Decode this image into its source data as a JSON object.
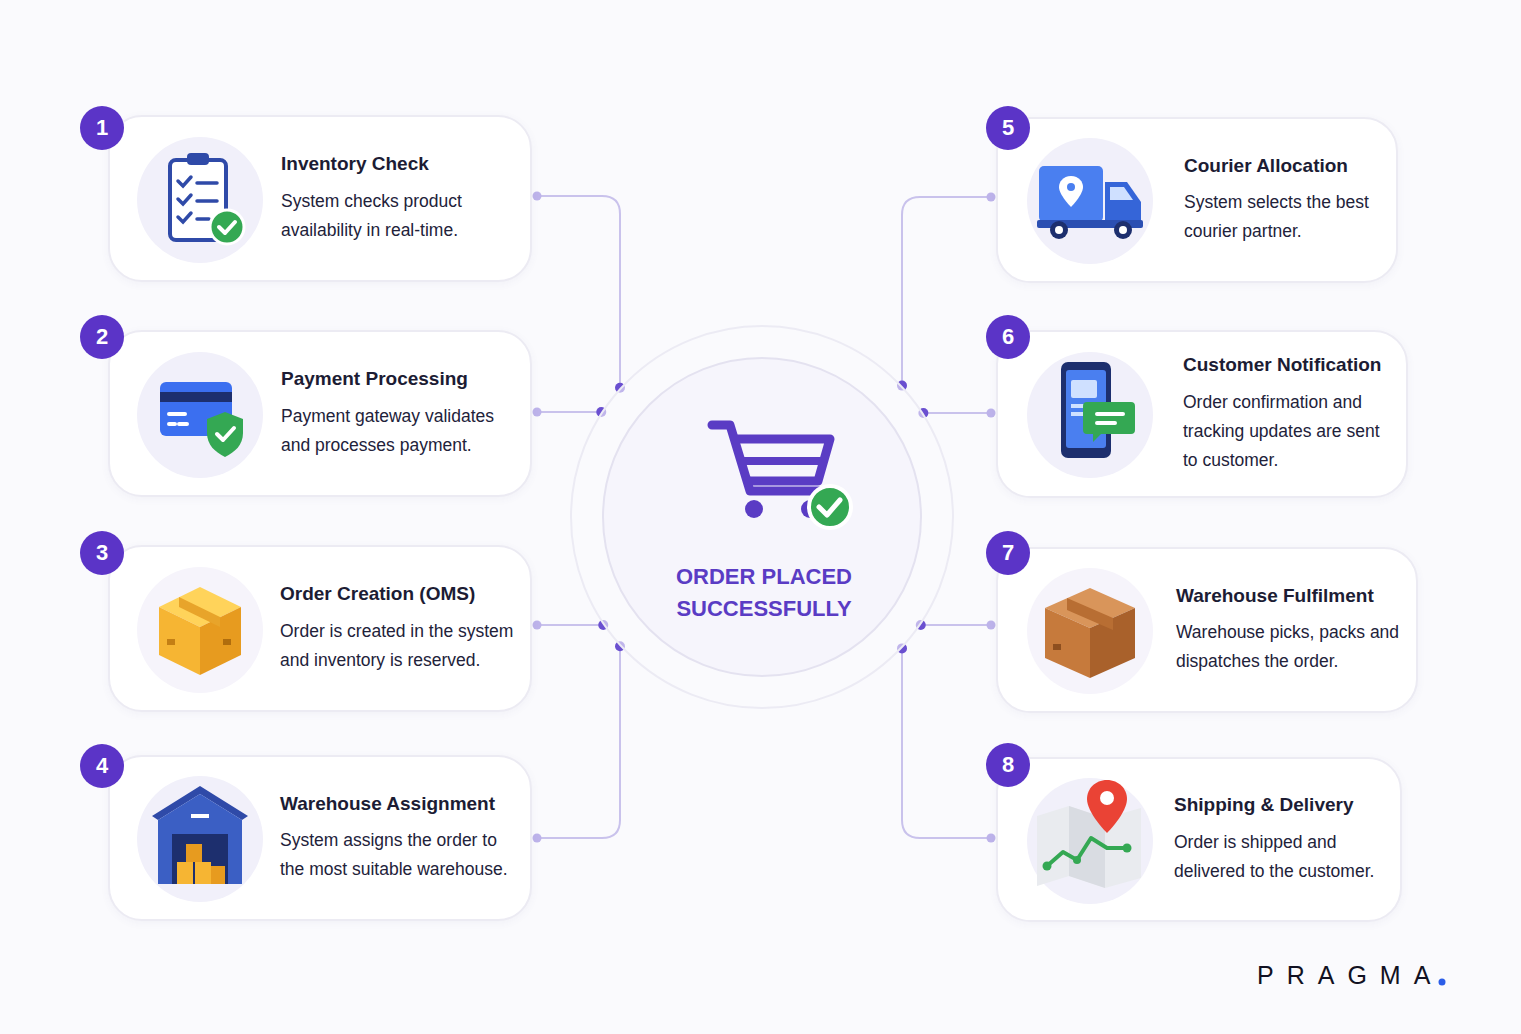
{
  "diagram": {
    "nodes": [
      {
        "text": [
          "Inventory Check",
          "System checks product availability in real-time."
        ]
      },
      {
        "text": [
          "Payment Processing",
          "Payment gateway validates and processes payment."
        ]
      },
      {
        "text": [
          "Order Creation (OMS)",
          "Order is created in the system and inventory is reserved."
        ]
      },
      {
        "text": [
          "Warehouse Assignment",
          "System assigns the order to the most suitable warehouse."
        ]
      },
      {
        "text": [
          "Courier Allocation",
          "System selects the best courier partner."
        ]
      },
      {
        "text": [
          "Customer Notification",
          "Order confirmation and tracking updates are sent to customer."
        ]
      },
      {
        "text": [
          "Warehouse Fulfilment",
          "Warehouse picks, packs and dispatches the order."
        ]
      },
      {
        "text": [
          "Shipping & Delivery",
          "Order is shipped and delivered to the customer."
        ]
      },
      {
        "text": [
          "ORDER PLACED SUCCESSFULLY"
        ]
      }
    ],
    "edges": [
      {
        "from": 0,
        "to": 8,
        "arrow": "none"
      },
      {
        "from": 1,
        "to": 8,
        "arrow": "none"
      },
      {
        "from": 2,
        "to": 8,
        "arrow": "none"
      },
      {
        "from": 3,
        "to": 8,
        "arrow": "none"
      },
      {
        "from": 4,
        "to": 8,
        "arrow": "none"
      },
      {
        "from": 5,
        "to": 8,
        "arrow": "none"
      },
      {
        "from": 6,
        "to": 8,
        "arrow": "none"
      },
      {
        "from": 7,
        "to": 8,
        "arrow": "none"
      }
    ],
    "labels": [
      "1",
      "2",
      "3",
      "4",
      "5",
      "6",
      "7",
      "8",
      "PRAGMA"
    ]
  }
}
